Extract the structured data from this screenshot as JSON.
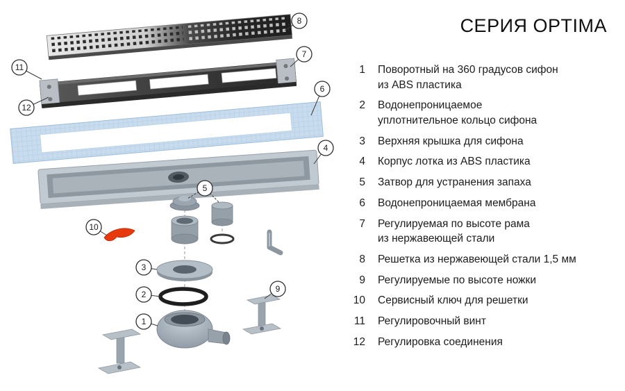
{
  "title": "СЕРИЯ OPTIMA",
  "legend": {
    "items": [
      {
        "num": "1",
        "text": "Поворотный на 360 градусов сифон\nиз ABS пластика"
      },
      {
        "num": "2",
        "text": "Водонепроницаемое\nуплотнительное кольцо сифона"
      },
      {
        "num": "3",
        "text": "Верхняя крышка для сифона"
      },
      {
        "num": "4",
        "text": "Корпус лотка из ABS пластика"
      },
      {
        "num": "5",
        "text": "Затвор для устранения запаха"
      },
      {
        "num": "6",
        "text": "Водонепроницаемая мембрана"
      },
      {
        "num": "7",
        "text": "Регулируемая по высоте рама\nиз нержавеющей стали"
      },
      {
        "num": "8",
        "text": "Решетка из нержавеющей стали 1,5 мм"
      },
      {
        "num": "9",
        "text": "Регулируемые по высоте ножки"
      },
      {
        "num": "10",
        "text": "Сервисный ключ для решетки"
      },
      {
        "num": "11",
        "text": "Регулировочный винт"
      },
      {
        "num": "12",
        "text": "Регулировка соединения"
      }
    ]
  },
  "colors": {
    "accent_red": "#e8380d",
    "membrane_blue": "#c9dcee",
    "steel_gray": "#9aa4ac",
    "frame_dark": "#3c3c3c"
  }
}
